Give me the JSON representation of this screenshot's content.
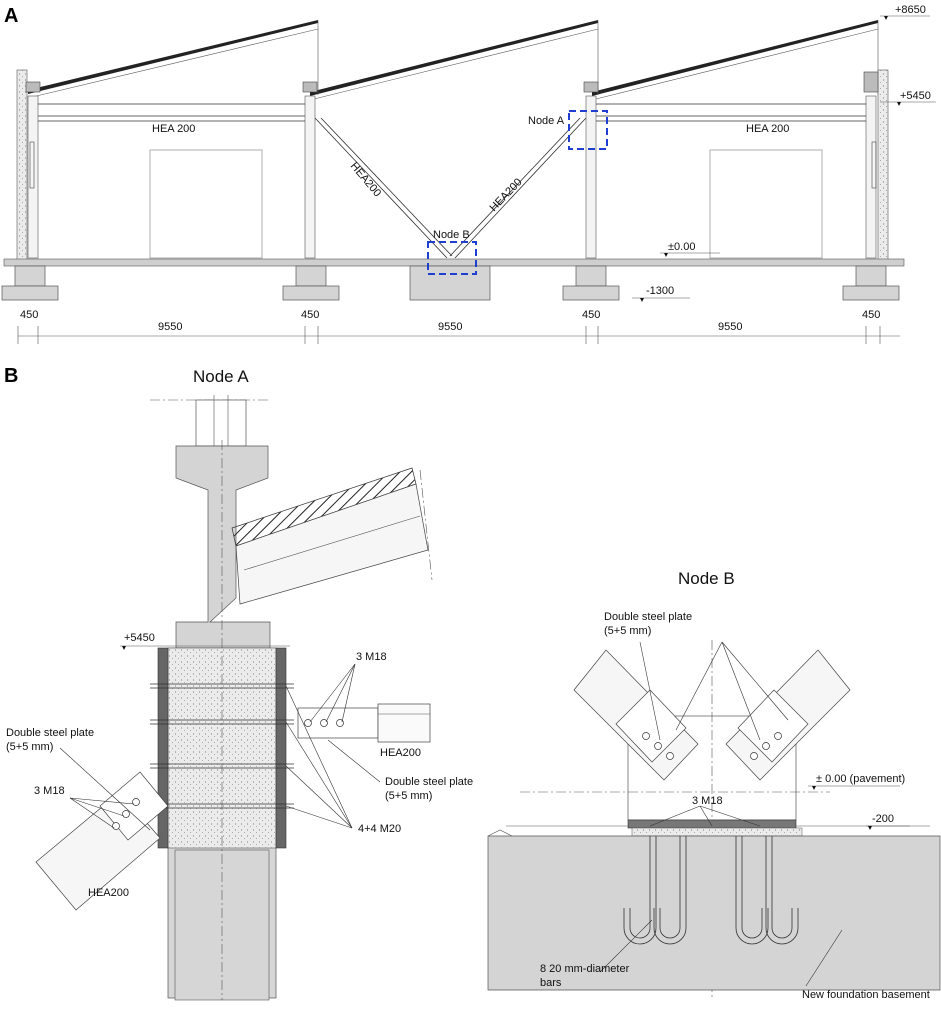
{
  "panel_a": {
    "letter": "A",
    "beam_left": "HEA 200",
    "beam_right": "HEA 200",
    "brace_left": "HEA200",
    "brace_right": "HEA200",
    "node_a": "Node A",
    "node_b": "Node B",
    "elev_top": "+8650",
    "elev_beam": "+5450",
    "elev_floor": "±0.00",
    "elev_found": "-1300",
    "dims": [
      "450",
      "9550",
      "450",
      "9550",
      "450",
      "9550",
      "450"
    ]
  },
  "panel_b": {
    "letter": "B",
    "node_a": {
      "title": "Node A",
      "elev": "+5450",
      "bolts_right": "3 M18",
      "beam": "HEA200",
      "plate_right": [
        "Double steel plate",
        "(5+5 mm)"
      ],
      "anchors": "4+4 M20",
      "plate_left": [
        "Double steel plate",
        "(5+5 mm)"
      ],
      "bolts_left": "3 M18",
      "brace": "HEA200"
    },
    "node_b": {
      "title": "Node B",
      "plate": [
        "Double steel plate",
        "(5+5 mm)"
      ],
      "bolts": "3 M18",
      "pavement": "± 0.00 (pavement)",
      "elev": "-200",
      "bars": [
        "8 20 mm-diameter",
        "bars"
      ],
      "foundation": "New foundation basement"
    }
  },
  "colors": {
    "highlight": "#1f3fd1",
    "concrete": "#d4d4d4"
  }
}
